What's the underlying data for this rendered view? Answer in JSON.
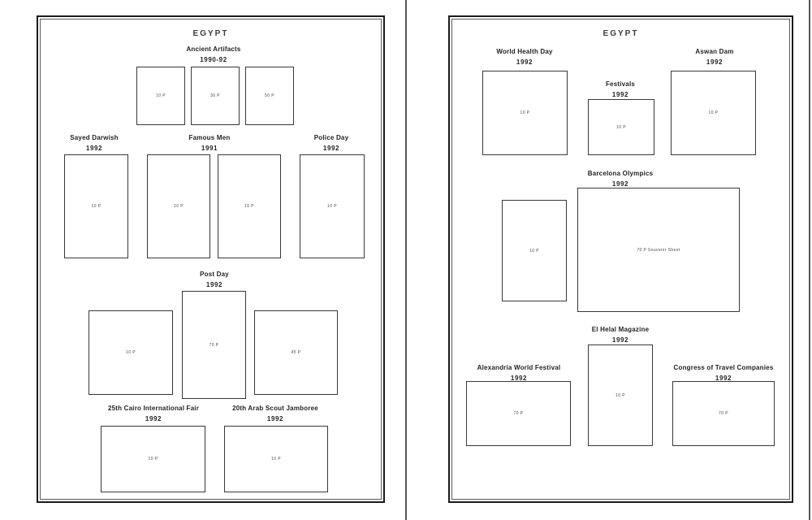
{
  "ink_color": "#232323",
  "frame_color": "#1b1b1b",
  "pages": [
    {
      "title": "EGYPT",
      "sections": [
        {
          "title": "Ancient Artifacts",
          "year": "1990-92",
          "boxes": [
            {
              "value": "10 P"
            },
            {
              "value": "30 P"
            },
            {
              "value": "50 P"
            }
          ]
        },
        {
          "title": "Sayed Darwish",
          "year": "1992",
          "boxes": [
            {
              "value": "10 P"
            }
          ]
        },
        {
          "title": "Famous Men",
          "year": "1991",
          "boxes": [
            {
              "value": "10 P"
            },
            {
              "value": "10 P"
            }
          ]
        },
        {
          "title": "Police Day",
          "year": "1992",
          "boxes": [
            {
              "value": "10 P"
            }
          ]
        },
        {
          "title": "Post Day",
          "year": "1992",
          "boxes": [
            {
              "value": "10 P"
            },
            {
              "value": "70 P"
            },
            {
              "value": "45 P"
            }
          ]
        },
        {
          "title": "25th Cairo International Fair",
          "year": "1992",
          "boxes": [
            {
              "value": "10 P"
            }
          ]
        },
        {
          "title": "20th Arab Scout Jamboree",
          "year": "1992",
          "boxes": [
            {
              "value": "10 P"
            }
          ]
        }
      ]
    },
    {
      "title": "EGYPT",
      "sections": [
        {
          "title": "World Health Day",
          "year": "1992",
          "boxes": [
            {
              "value": "10 P"
            }
          ]
        },
        {
          "title": "Festivals",
          "year": "1992",
          "boxes": [
            {
              "value": "10 P"
            }
          ]
        },
        {
          "title": "Aswan Dam",
          "year": "1992",
          "boxes": [
            {
              "value": "10 P"
            }
          ]
        },
        {
          "title": "Barcelona Olympics",
          "year": "1992",
          "boxes": [
            {
              "value": "10 P"
            },
            {
              "value": "70 P Souvenir Sheet"
            }
          ]
        },
        {
          "title": "El Helal Magazine",
          "year": "1992",
          "boxes": [
            {
              "value": "10 P"
            }
          ]
        },
        {
          "title": "Alexandria World Festival",
          "year": "1992",
          "boxes": [
            {
              "value": "70 P"
            }
          ]
        },
        {
          "title": "Congress of Travel Companies",
          "year": "1992",
          "boxes": [
            {
              "value": "70 P"
            }
          ]
        }
      ]
    }
  ]
}
